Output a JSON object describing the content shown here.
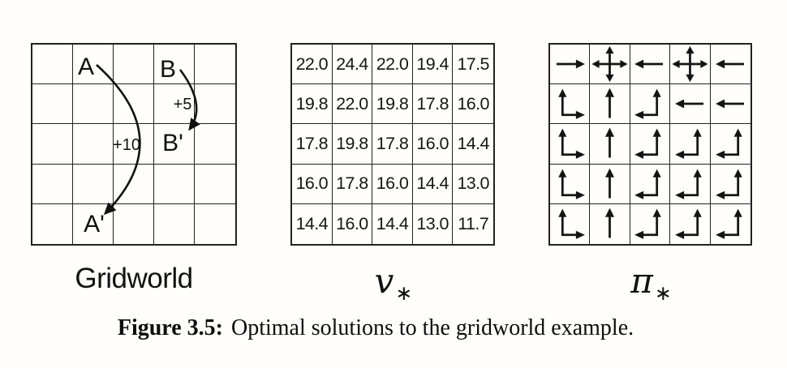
{
  "colors": {
    "ink": "#111111",
    "grid_line": "#222222",
    "background": "#fffefb"
  },
  "gridworld": {
    "label": "Gridworld",
    "rows": 5,
    "cols": 5,
    "annotations": {
      "state_a": "A",
      "state_b": "B",
      "state_a_prime": "A'",
      "state_b_prime": "B'",
      "reward_a_to_a_prime": "+10",
      "reward_b_to_b_prime": "+5"
    }
  },
  "value_function": {
    "label_main": "v",
    "label_sub": "∗",
    "values": [
      [
        "22.0",
        "24.4",
        "22.0",
        "19.4",
        "17.5"
      ],
      [
        "19.8",
        "22.0",
        "19.8",
        "17.8",
        "16.0"
      ],
      [
        "17.8",
        "19.8",
        "17.8",
        "16.0",
        "14.4"
      ],
      [
        "16.0",
        "17.8",
        "16.0",
        "14.4",
        "13.0"
      ],
      [
        "14.4",
        "16.0",
        "14.4",
        "13.0",
        "11.7"
      ]
    ]
  },
  "policy": {
    "label_main": "π",
    "label_sub": "∗",
    "arrows": [
      [
        "right",
        "all",
        "left",
        "all",
        "left"
      ],
      [
        "up-right",
        "up",
        "up-left",
        "left",
        "left"
      ],
      [
        "up-right",
        "up",
        "up-left",
        "up-left",
        "up-left"
      ],
      [
        "up-right",
        "up",
        "up-left",
        "up-left",
        "up-left"
      ],
      [
        "up-right",
        "up",
        "up-left",
        "up-left",
        "up-left"
      ]
    ]
  },
  "caption": {
    "label": "Figure 3.5:",
    "text": "Optimal solutions to the gridworld example."
  }
}
